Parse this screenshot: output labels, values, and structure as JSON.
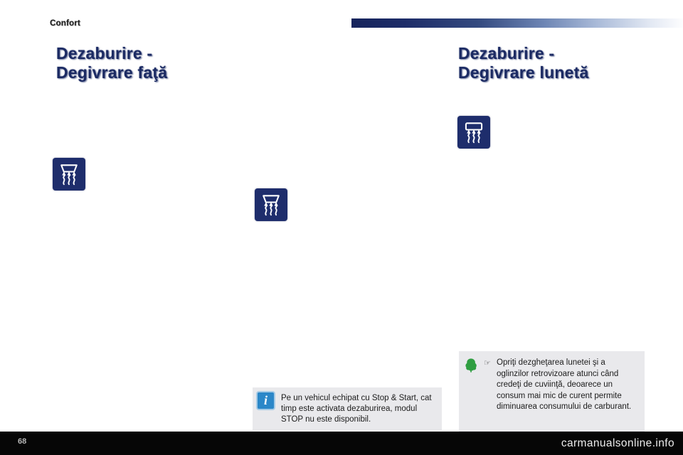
{
  "header": {
    "section": "Confort"
  },
  "sections": {
    "left": {
      "title_line1": "Dezaburire -",
      "title_line2": "Degivrare faţă"
    },
    "right": {
      "title_line1": "Dezaburire -",
      "title_line2": "Degivrare lunetă"
    }
  },
  "icons": {
    "front_defrost_1": "front-windshield-defrost",
    "front_defrost_2": "front-windshield-defrost",
    "rear_defrost": "rear-window-defrost",
    "info": "info-icon",
    "eco_tree": "tree-icon"
  },
  "info_box": {
    "icon_glyph": "i",
    "text": "Pe un vehicul echipat cu Stop & Start, cat timp este activata dezaburirea, modul STOP nu este disponibil."
  },
  "eco_box": {
    "pointer_glyph": "☞",
    "text": "Opriţi dezgheţarea lunetei şi a oglinzilor retrovizoare atunci când credeţi de cuviinţă, deoarece un consum mai mic de curent permite diminuarea consumului de carburant."
  },
  "footer": {
    "page_number": "68",
    "watermark": "carmanualsonline.info"
  },
  "colors": {
    "navy_heading": "#1b2a63",
    "icon_background": "#1e2d6c",
    "info_blue": "#2b87c8",
    "eco_green": "#2f9e41",
    "note_box_background": "#e9e9ec",
    "footer_background": "#060606"
  }
}
